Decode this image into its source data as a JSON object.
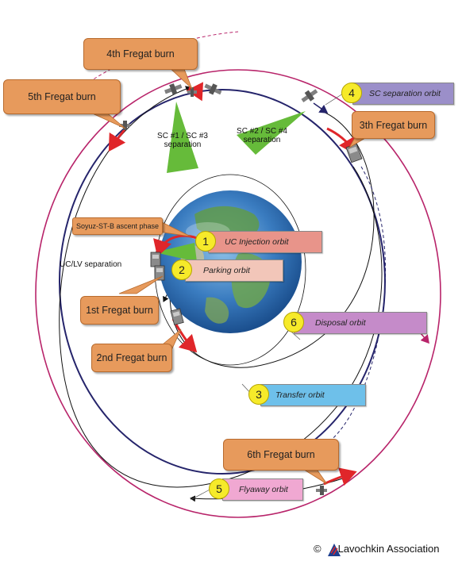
{
  "burns": {
    "b1": "1st Fregat burn",
    "b2": "2nd Fregat burn",
    "b3": "3th Fregat burn",
    "b4": "4th Fregat burn",
    "b5": "5th Fregat burn",
    "b6": "6th Fregat burn"
  },
  "ascent_label": "Soyuz-ST-B ascent phase",
  "separation": {
    "uc_lv": "UC/LV separation",
    "sc13": "SC #1 / SC #3 separation",
    "sc24": "SC #2 / SC #4 separation"
  },
  "orbits": [
    {
      "num": "1",
      "label": "UC Injection orbit",
      "color": "#e8948a"
    },
    {
      "num": "2",
      "label": "Parking orbit",
      "color": "#f2c6b9"
    },
    {
      "num": "3",
      "label": "Transfer orbit",
      "color": "#6ec0ea"
    },
    {
      "num": "4",
      "label": "SC separation orbit",
      "color": "#9b8fc9"
    },
    {
      "num": "5",
      "label": "Flyaway orbit",
      "color": "#f0a8d2"
    },
    {
      "num": "6",
      "label": "Disposal orbit",
      "color": "#c58bc9"
    }
  ],
  "copyright": {
    "symbol": "©",
    "text": "Lavochkin Association"
  },
  "colors": {
    "burn_box": "#e79a5c",
    "separation_arrow": "#66bb3a",
    "burn_arc": "#e0262a",
    "sc_orbit": "#25246b",
    "flyaway_orbit": "#b8246a"
  },
  "icons": [
    "earth-icon",
    "spacecraft-icon",
    "fregat-stage-icon",
    "lavochkin-logo-icon"
  ]
}
